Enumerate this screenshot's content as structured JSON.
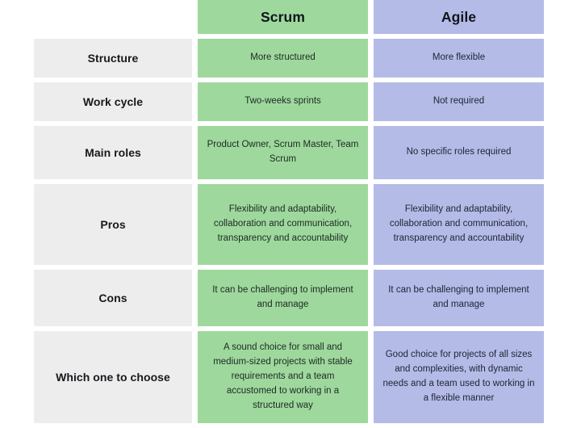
{
  "table": {
    "corner_label": "",
    "columns": [
      {
        "key": "scrum",
        "label": "Scrum",
        "color": "#9ed89d"
      },
      {
        "key": "agile",
        "label": "Agile",
        "color": "#b4bbe7"
      }
    ],
    "label_column_color": "#ededed",
    "rows": [
      {
        "label": "Structure",
        "scrum": "More structured",
        "agile": "More flexible"
      },
      {
        "label": "Work cycle",
        "scrum": "Two-weeks sprints",
        "agile": "Not required"
      },
      {
        "label": "Main roles",
        "scrum": "Product Owner, Scrum Master, Team Scrum",
        "agile": "No specific roles required"
      },
      {
        "label": "Pros",
        "scrum": "Flexibility and adaptability, collaboration and communication, transparency and accountability",
        "agile": "Flexibility and adaptability, collaboration and communication, transparency and accountability"
      },
      {
        "label": "Cons",
        "scrum": "It can be challenging to implement and manage",
        "agile": "It can be challenging to implement and manage"
      },
      {
        "label": "Which one to choose",
        "scrum": "A sound choice for small and medium-sized projects with stable requirements and a team accustomed to working in a structured way",
        "agile": "Good choice for projects of all sizes and complexities, with dynamic needs and a team used to working in a flexible manner"
      }
    ]
  }
}
